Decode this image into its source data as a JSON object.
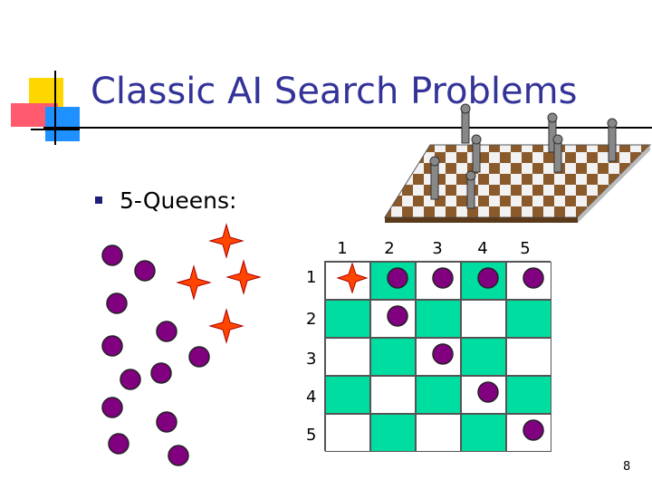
{
  "slide": {
    "title": "Classic AI Search Problems",
    "bullet": "5-Queens:",
    "page_number": "8"
  },
  "board": {
    "column_labels": [
      "1",
      "2",
      "3",
      "4",
      "5"
    ],
    "row_labels": [
      "1",
      "2",
      "3",
      "4",
      "5"
    ],
    "queen_positions": [
      {
        "row": 1,
        "col": 2
      },
      {
        "row": 1,
        "col": 3
      },
      {
        "row": 1,
        "col": 4
      },
      {
        "row": 1,
        "col": 5
      },
      {
        "row": 2,
        "col": 2
      },
      {
        "row": 3,
        "col": 3
      },
      {
        "row": 4,
        "col": 4
      },
      {
        "row": 5,
        "col": 5
      }
    ],
    "star_positions": [
      {
        "row": 1,
        "col": 1
      }
    ]
  },
  "colors": {
    "title": "#333399",
    "board_green": "#00dda0",
    "queen_fill": "#800080",
    "star_fill": "#ff4500"
  }
}
